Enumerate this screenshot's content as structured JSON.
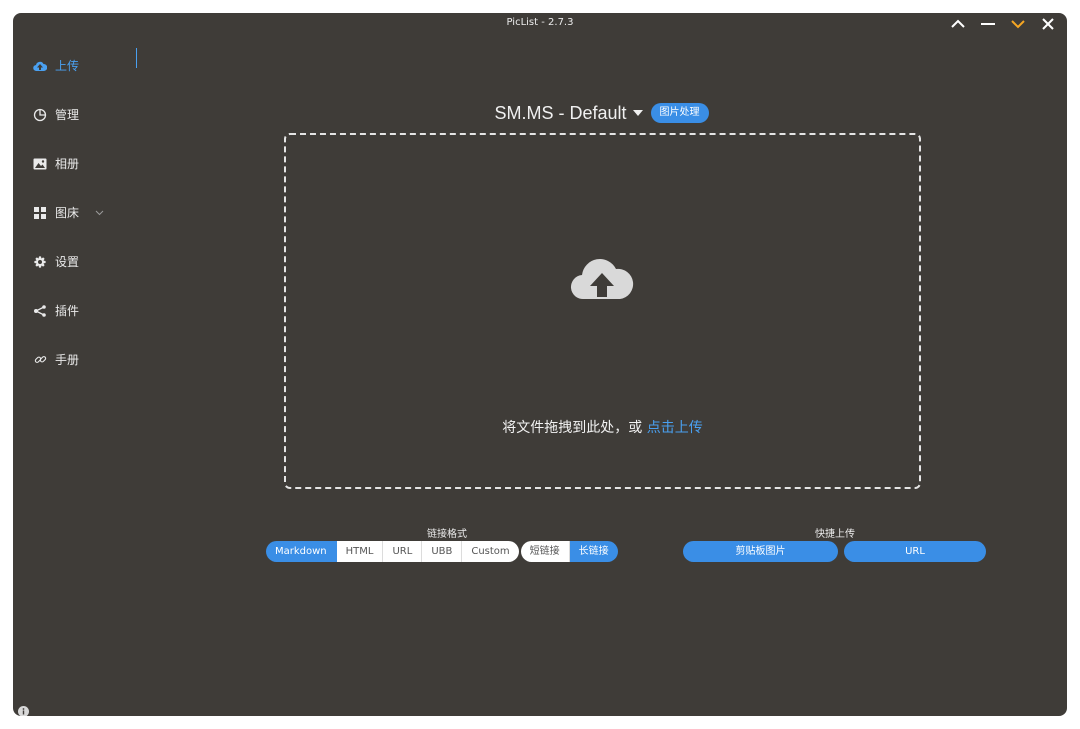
{
  "window": {
    "title": "PicList - 2.7.3"
  },
  "sidebar": {
    "items": [
      {
        "label": "上传",
        "icon": "cloud-upload-icon"
      },
      {
        "label": "管理",
        "icon": "pie-chart-icon"
      },
      {
        "label": "相册",
        "icon": "picture-icon"
      },
      {
        "label": "图床",
        "icon": "grid-icon"
      },
      {
        "label": "设置",
        "icon": "gear-icon"
      },
      {
        "label": "插件",
        "icon": "share-icon"
      },
      {
        "label": "手册",
        "icon": "link-icon"
      }
    ]
  },
  "upload": {
    "picbed": "SM.MS - Default",
    "image_process_label": "图片处理",
    "drop_text": "将文件拖拽到此处，或 ",
    "drop_link": "点击上传"
  },
  "link_format": {
    "label": "链接格式",
    "options": [
      "Markdown",
      "HTML",
      "URL",
      "UBB",
      "Custom"
    ],
    "selected": "Markdown",
    "length_options": [
      "短链接",
      "长链接"
    ],
    "length_selected": "长链接"
  },
  "quick_upload": {
    "label": "快捷上传",
    "clipboard_label": "剪贴板图片",
    "url_label": "URL"
  },
  "colors": {
    "background": "#3f3c38",
    "accent": "#3a8ee6",
    "minimize_accent": "#f5a623"
  }
}
